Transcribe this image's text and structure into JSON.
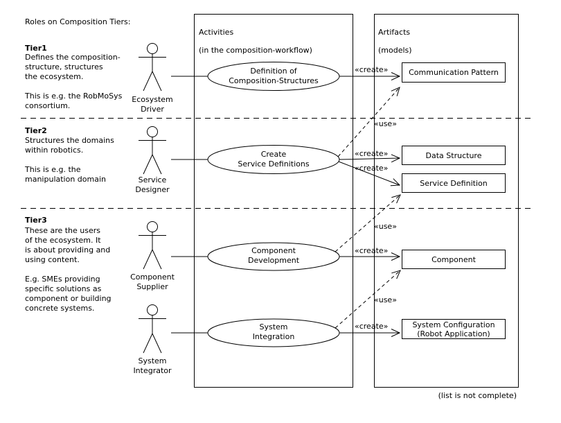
{
  "page": {
    "title": "Roles on Composition Tiers:",
    "footnote": "(list is not complete)"
  },
  "columns": {
    "activities": {
      "title": "Activities",
      "subtitle": "(in the composition-workflow)"
    },
    "artifacts": {
      "title": "Artifacts",
      "subtitle": "(models)"
    }
  },
  "tiers": [
    {
      "label": "Tier1",
      "description": "Defines the composition-\nstructure, structures\nthe ecosystem.\n\nThis is e.g. the RobMoSys\nconsortium."
    },
    {
      "label": "Tier2",
      "description": "Structures the domains\nwithin robotics.\n\nThis is e.g. the\nmanipulation domain"
    },
    {
      "label": "Tier3",
      "description": "These are the users\nof the ecosystem. It\nis about providing and\nusing content.\n\nE.g. SMEs providing\nspecific solutions as\ncomponent or building\nconcrete systems."
    }
  ],
  "actors": [
    {
      "name": "Ecosystem\nDriver"
    },
    {
      "name": "Service\nDesigner"
    },
    {
      "name": "Component\nSupplier"
    },
    {
      "name": "System\nIntegrator"
    }
  ],
  "activities": [
    {
      "label": "Definition of\nComposition-Structures"
    },
    {
      "label": "Create\nService Definitions"
    },
    {
      "label": "Component\nDevelopment"
    },
    {
      "label": "System\nIntegration"
    }
  ],
  "artifacts": [
    {
      "label": "Communication Pattern"
    },
    {
      "label": "Data Structure"
    },
    {
      "label": "Service Definition"
    },
    {
      "label": "Component"
    },
    {
      "label": "System Configuration\n(Robot Application)"
    }
  ],
  "stereotypes": {
    "create": "«create»",
    "use": "«use»"
  },
  "colors": {
    "line": "#000000",
    "background": "#ffffff",
    "text": "#000000"
  }
}
